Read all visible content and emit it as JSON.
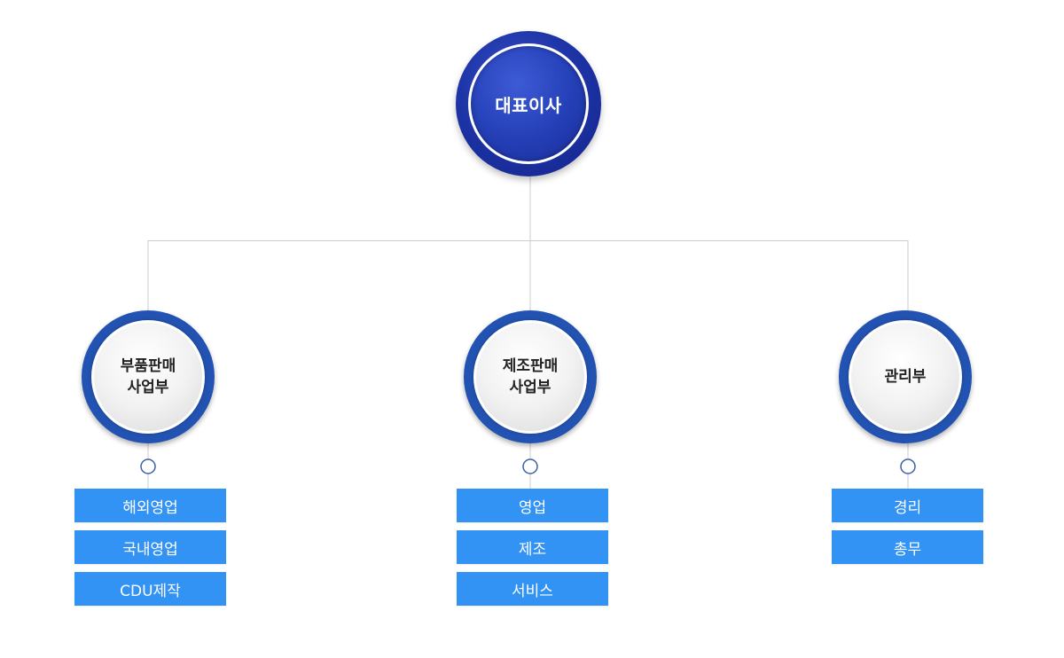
{
  "ceo": {
    "label": "대표이사"
  },
  "departments": [
    {
      "label": "부품판매\n사업부",
      "subunits": [
        "해외영업",
        "국내영업",
        "CDU제작"
      ]
    },
    {
      "label": "제조판매\n사업부",
      "subunits": [
        "영업",
        "제조",
        "서비스"
      ]
    },
    {
      "label": "관리부",
      "subunits": [
        "경리",
        "총무"
      ]
    }
  ],
  "colors": {
    "ceo_circle": "#1e35a8",
    "dept_ring": "#2353b2",
    "subunit_box": "#3393f5",
    "connector_line": "#cccccc",
    "node_marker": "#3b5fa8"
  }
}
